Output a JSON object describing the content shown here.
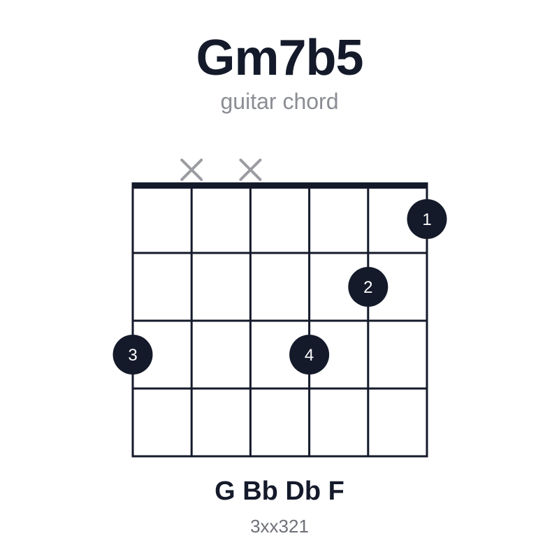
{
  "chord": {
    "name": "Gm7b5",
    "subtitle": "guitar chord",
    "notes": "G Bb Db F",
    "fingering": "3xx321"
  },
  "diagram": {
    "strings": 6,
    "frets": 4,
    "muted_strings": [
      2,
      3
    ],
    "dots": [
      {
        "string": 6,
        "fret": 1,
        "finger": "1"
      },
      {
        "string": 5,
        "fret": 2,
        "finger": "2"
      },
      {
        "string": 1,
        "fret": 3,
        "finger": "3"
      },
      {
        "string": 4,
        "fret": 3,
        "finger": "4"
      }
    ]
  },
  "colors": {
    "ink": "#141a2a",
    "muted_marker": "#9a9ca1",
    "dot_text": "#ffffff"
  }
}
